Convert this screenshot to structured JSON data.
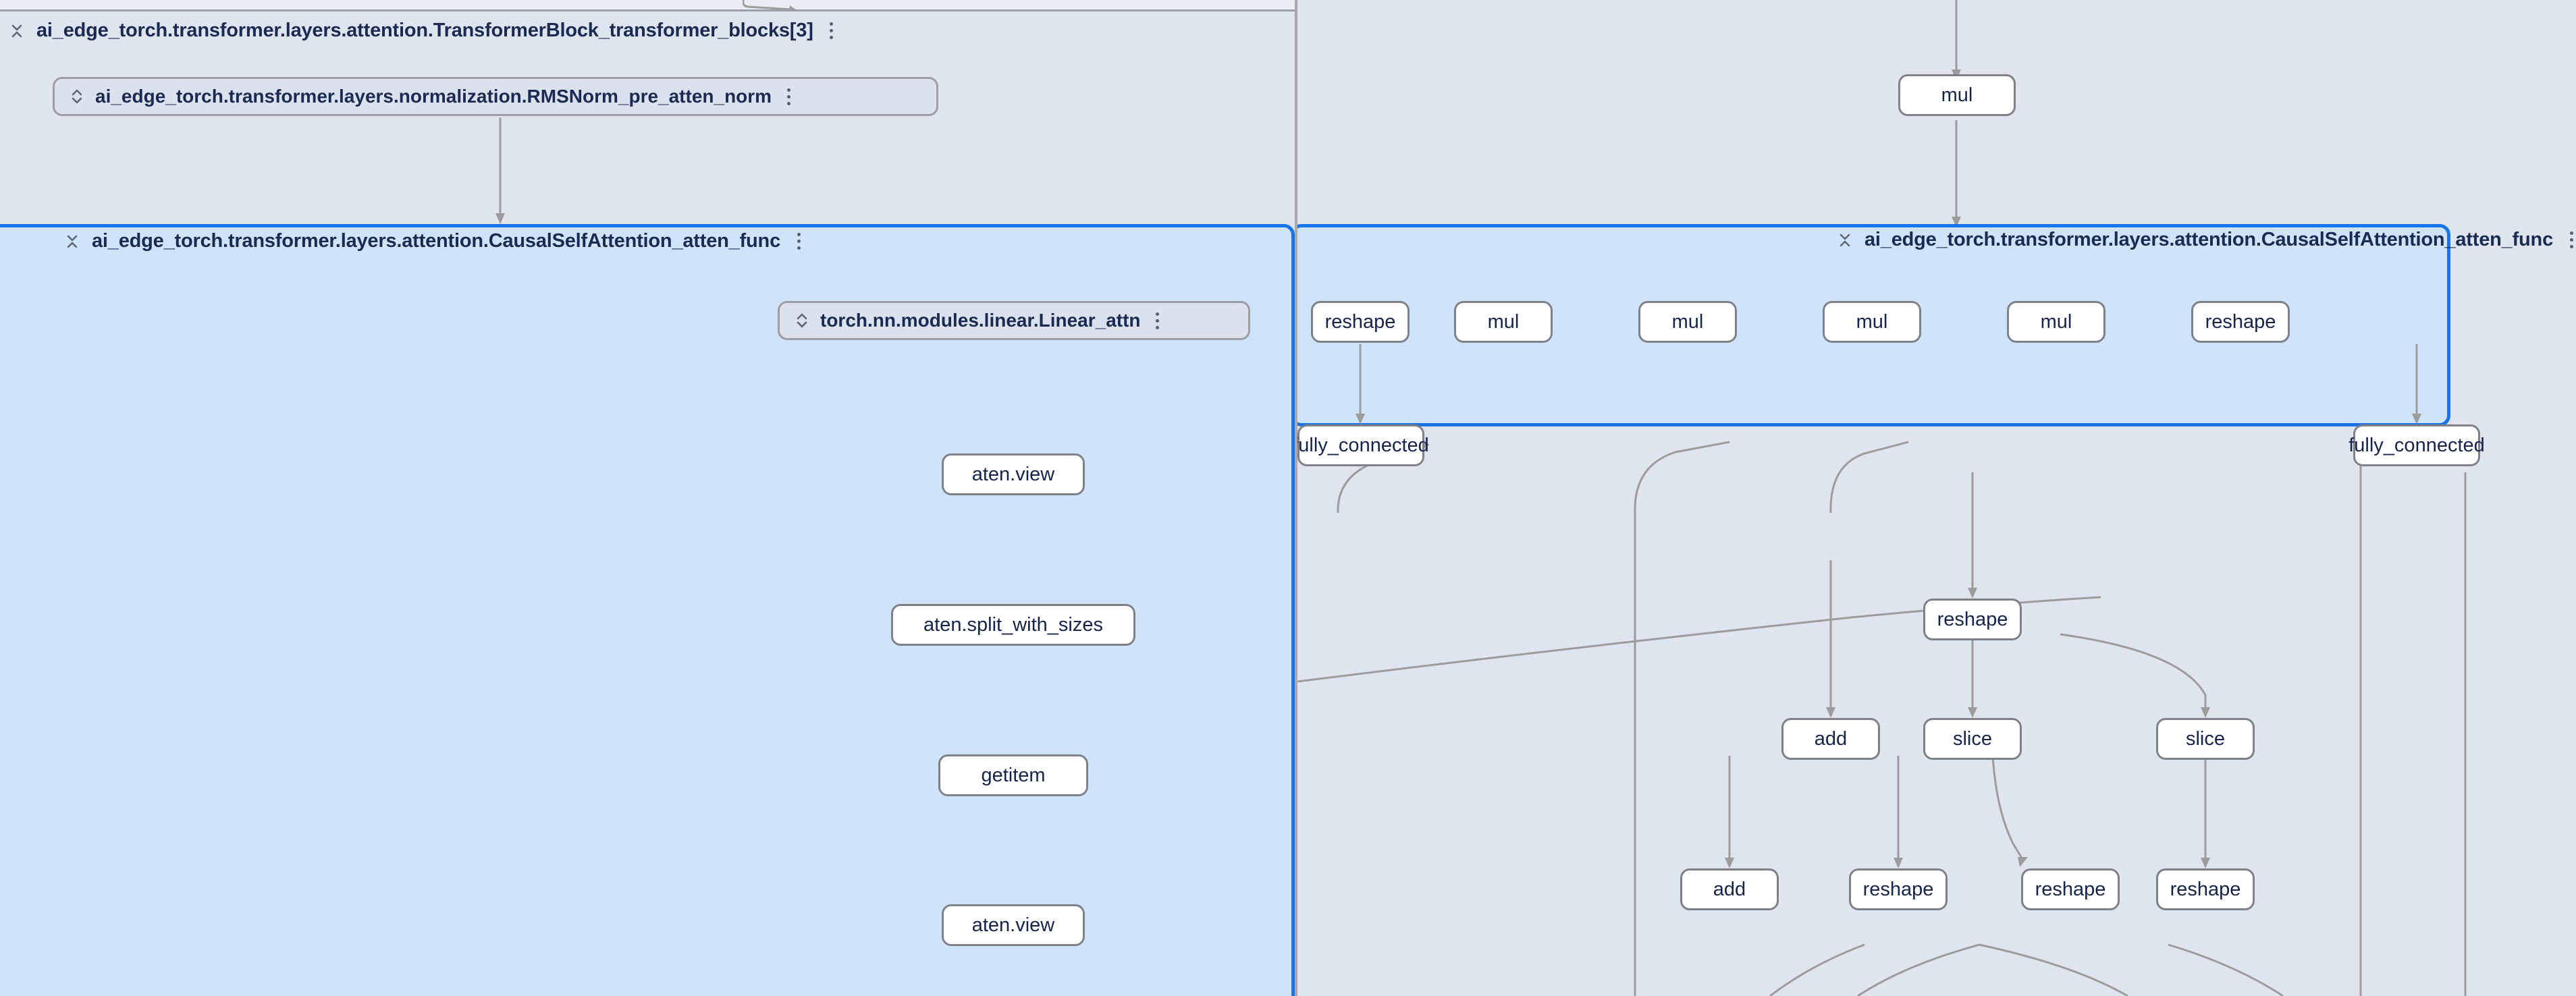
{
  "app": {
    "kind": "model-graph-explorer",
    "colors": {
      "canvas_bg": "#dfe5ef",
      "selected_group_bg": "#cfe4fb",
      "selected_group_border": "#1a73e8",
      "node_bg": "#ffffff",
      "node_border": "#7e8288",
      "edge": "#9c9c9c",
      "text": "#16244b",
      "divider": "#a8a9ad"
    }
  },
  "left_pane": {
    "outer_group": {
      "title": "ai_edge_torch.transformer.layers.attention.TransformerBlock_transformer_blocks[3]",
      "collapse_icon": "collapse-chevrons-icon",
      "menu_icon": "more-vertical-icon"
    },
    "collapsed_module": {
      "title": "ai_edge_torch.transformer.layers.normalization.RMSNorm_pre_atten_norm",
      "expand_icon": "expand-chevrons-icon",
      "menu_icon": "more-vertical-icon"
    },
    "selected_group": {
      "title": "ai_edge_torch.transformer.layers.attention.CausalSelfAttention_atten_func",
      "collapse_icon": "collapse-chevrons-icon",
      "menu_icon": "more-vertical-icon"
    },
    "inner_module": {
      "title": "torch.nn.modules.linear.Linear_attn",
      "expand_icon": "expand-chevrons-icon",
      "menu_icon": "more-vertical-icon"
    },
    "nodes": [
      {
        "label": "aten.view"
      },
      {
        "label": "aten.split_with_sizes"
      },
      {
        "label": "getitem"
      },
      {
        "label": "aten.view"
      }
    ]
  },
  "right_pane": {
    "top_node": {
      "label": "mul"
    },
    "selected_group": {
      "title": "ai_edge_torch.transformer.layers.attention.CausalSelfAttention_atten_func",
      "collapse_icon": "collapse-chevrons-icon",
      "menu_icon": "more-vertical-icon"
    },
    "group_row_nodes": [
      {
        "label": "reshape"
      },
      {
        "label": "mul"
      },
      {
        "label": "mul"
      },
      {
        "label": "mul"
      },
      {
        "label": "mul"
      },
      {
        "label": "reshape"
      }
    ],
    "group_fc_nodes": [
      {
        "label": "fully_connected"
      },
      {
        "label": "fully_connected"
      }
    ],
    "below_nodes_row1": [
      {
        "label": "reshape"
      }
    ],
    "below_nodes_row2": [
      {
        "label": "add"
      },
      {
        "label": "slice"
      },
      {
        "label": "slice"
      }
    ],
    "below_nodes_row3": [
      {
        "label": "add"
      },
      {
        "label": "reshape"
      },
      {
        "label": "reshape"
      },
      {
        "label": "reshape"
      }
    ]
  }
}
